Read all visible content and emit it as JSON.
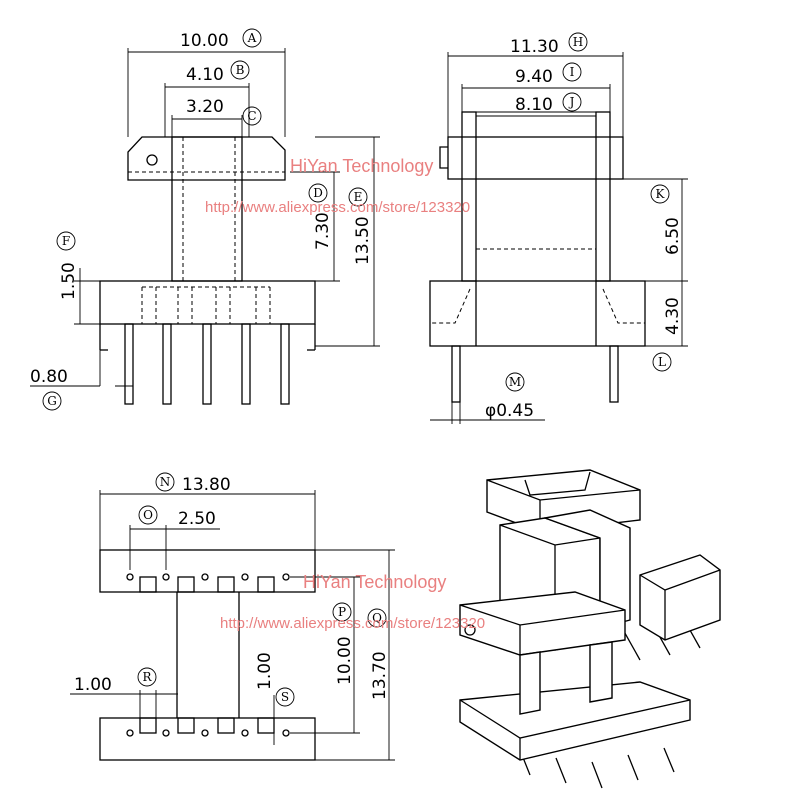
{
  "watermarks": [
    {
      "title": "HiYan Technology",
      "url": "http://www.aliexpress.com/store/123320"
    },
    {
      "title": "HiYan Technology",
      "url": "http://www.aliexpress.com/store/123320"
    }
  ],
  "views": {
    "front": {
      "dims": [
        {
          "letter": "A",
          "value": "10.00"
        },
        {
          "letter": "B",
          "value": "4.10"
        },
        {
          "letter": "C",
          "value": "3.20"
        },
        {
          "letter": "D",
          "value": "7.30"
        },
        {
          "letter": "E",
          "value": "13.50"
        },
        {
          "letter": "F",
          "value": "1.50"
        },
        {
          "letter": "G",
          "value": "0.80"
        }
      ]
    },
    "side": {
      "dims": [
        {
          "letter": "H",
          "value": "11.30"
        },
        {
          "letter": "I",
          "value": "9.40"
        },
        {
          "letter": "J",
          "value": "8.10"
        },
        {
          "letter": "K",
          "value": "6.50"
        },
        {
          "letter": "L",
          "value": "4.30"
        },
        {
          "letter": "M",
          "value": "φ0.45"
        }
      ]
    },
    "bottom": {
      "dims": [
        {
          "letter": "N",
          "value": "13.80"
        },
        {
          "letter": "O",
          "value": "2.50"
        },
        {
          "letter": "P",
          "value": "10.00"
        },
        {
          "letter": "Q",
          "value": "13.70"
        },
        {
          "letter": "R",
          "value": "1.00"
        },
        {
          "letter": "S",
          "value": "1.00"
        }
      ]
    }
  }
}
